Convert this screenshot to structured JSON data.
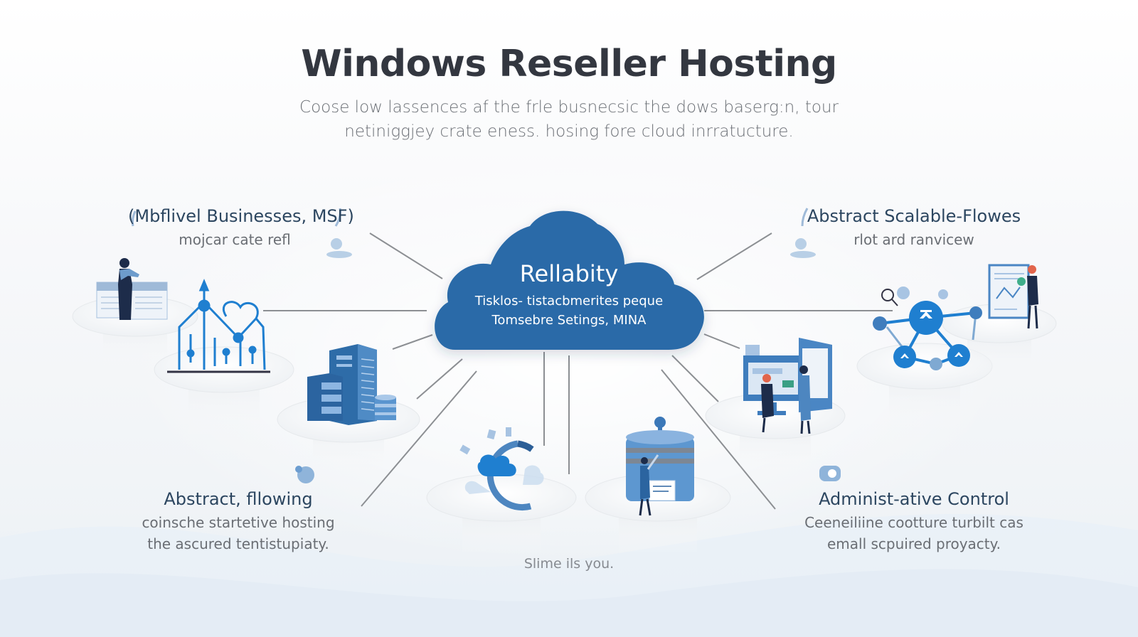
{
  "header": {
    "title": "Windows Reseller Hosting",
    "subtitle_lines": [
      "Coose low lassences af the frle busnecsic the dows baserg:n, tour",
      "netiniggjey crate eness. hosing fore cloud inrratucture."
    ]
  },
  "center_node": {
    "title": "Rellabity",
    "lines": [
      "Tisklos- tistacbmerites peque",
      "Tomsebre Setings, MINA"
    ],
    "icon": "cloud-icon"
  },
  "nodes": {
    "top_left": {
      "title": "(Mbflivel Businesses, MSF)",
      "description": "mojcar cate refl"
    },
    "top_right": {
      "title": "Abstract Scalable-Flowes",
      "description": "rlot ard ranvicew"
    },
    "bottom_left": {
      "title": "Abstract, fllowing",
      "description_lines": [
        "coinsche startetive hosting",
        "the ascured tentistupiaty."
      ]
    },
    "bottom_right": {
      "title": "Administ-ative Control",
      "description_lines": [
        "Ceeneiliine cootture turbilt cas",
        "emall scpuired proyacty."
      ]
    }
  },
  "illustrations": [
    {
      "name": "person-with-browser-windows",
      "icon": "user-icon"
    },
    {
      "name": "network-chart-house",
      "icon": "chart-icon"
    },
    {
      "name": "server-tower-with-database",
      "icon": "server-icon"
    },
    {
      "name": "cloud-sync-gauge",
      "icon": "cloud-sync-icon"
    },
    {
      "name": "database-with-person",
      "icon": "database-icon"
    },
    {
      "name": "people-at-monitors",
      "icon": "monitor-icon"
    },
    {
      "name": "network-nodes-hub",
      "icon": "network-icon"
    },
    {
      "name": "person-with-dashboard",
      "icon": "dashboard-icon"
    }
  ],
  "footer": {
    "text": "Slime ils you."
  },
  "colors": {
    "brand_blue": "#2b6aa8",
    "accent_blue": "#1f7fd0",
    "light_blue": "#7fa9d2",
    "navy": "#1d2c4a",
    "title_text": "#333740",
    "muted_text": "#6b6f75"
  }
}
